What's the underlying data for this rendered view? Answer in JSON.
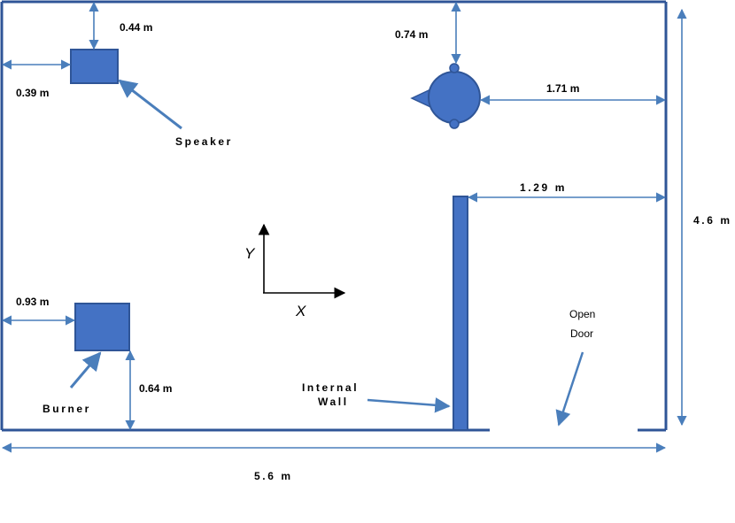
{
  "diagram": {
    "colors": {
      "wall": "#2f5597",
      "fill": "#4472c4",
      "arrow": "#4a7ebb",
      "axis": "#000000"
    },
    "labels": {
      "speaker_top": "0.44 m",
      "speaker_left": "0.39 m",
      "speaker": "Speaker",
      "listener_top": "0.74 m",
      "listener_right": "1.71 m",
      "wall_gap": "1.29 m",
      "height": "4.6 m",
      "width": "5.6 m",
      "burner_left": "0.93 m",
      "burner_bottom": "0.64 m",
      "burner": "Burner",
      "internal_wall_1": "Internal",
      "internal_wall_2": "Wall",
      "open_door_1": "Open",
      "open_door_2": "Door",
      "axis_x": "X",
      "axis_y": "Y"
    },
    "icons": {
      "speaker": "square-icon",
      "listener": "head-icon",
      "burner": "square-icon"
    }
  }
}
